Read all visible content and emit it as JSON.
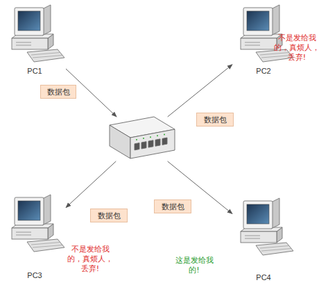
{
  "diagram": {
    "nodes": [
      {
        "text": [
          "PC1"
        ]
      },
      {
        "text": [
          "PC2"
        ]
      },
      {
        "text": [
          "数据包"
        ]
      },
      {
        "text": []
      },
      {
        "text": [
          "数据包"
        ]
      },
      {
        "text": [
          "PC3"
        ]
      },
      {
        "text": [
          "数据包"
        ]
      },
      {
        "text": [
          "数据包"
        ]
      },
      {
        "text": [
          "PC4"
        ]
      }
    ],
    "edges": [
      {
        "from": 0,
        "to": 3,
        "arrow": "to"
      },
      {
        "from": 3,
        "to": 1,
        "arrow": "to"
      },
      {
        "from": 3,
        "to": 5,
        "arrow": "to"
      },
      {
        "from": 3,
        "to": 8,
        "arrow": "to"
      }
    ],
    "labels": [
      "不是发给我的，真烦人，丢弃!",
      "不是发给我的，真烦人，丢弃!",
      "这是发给我的!"
    ]
  }
}
